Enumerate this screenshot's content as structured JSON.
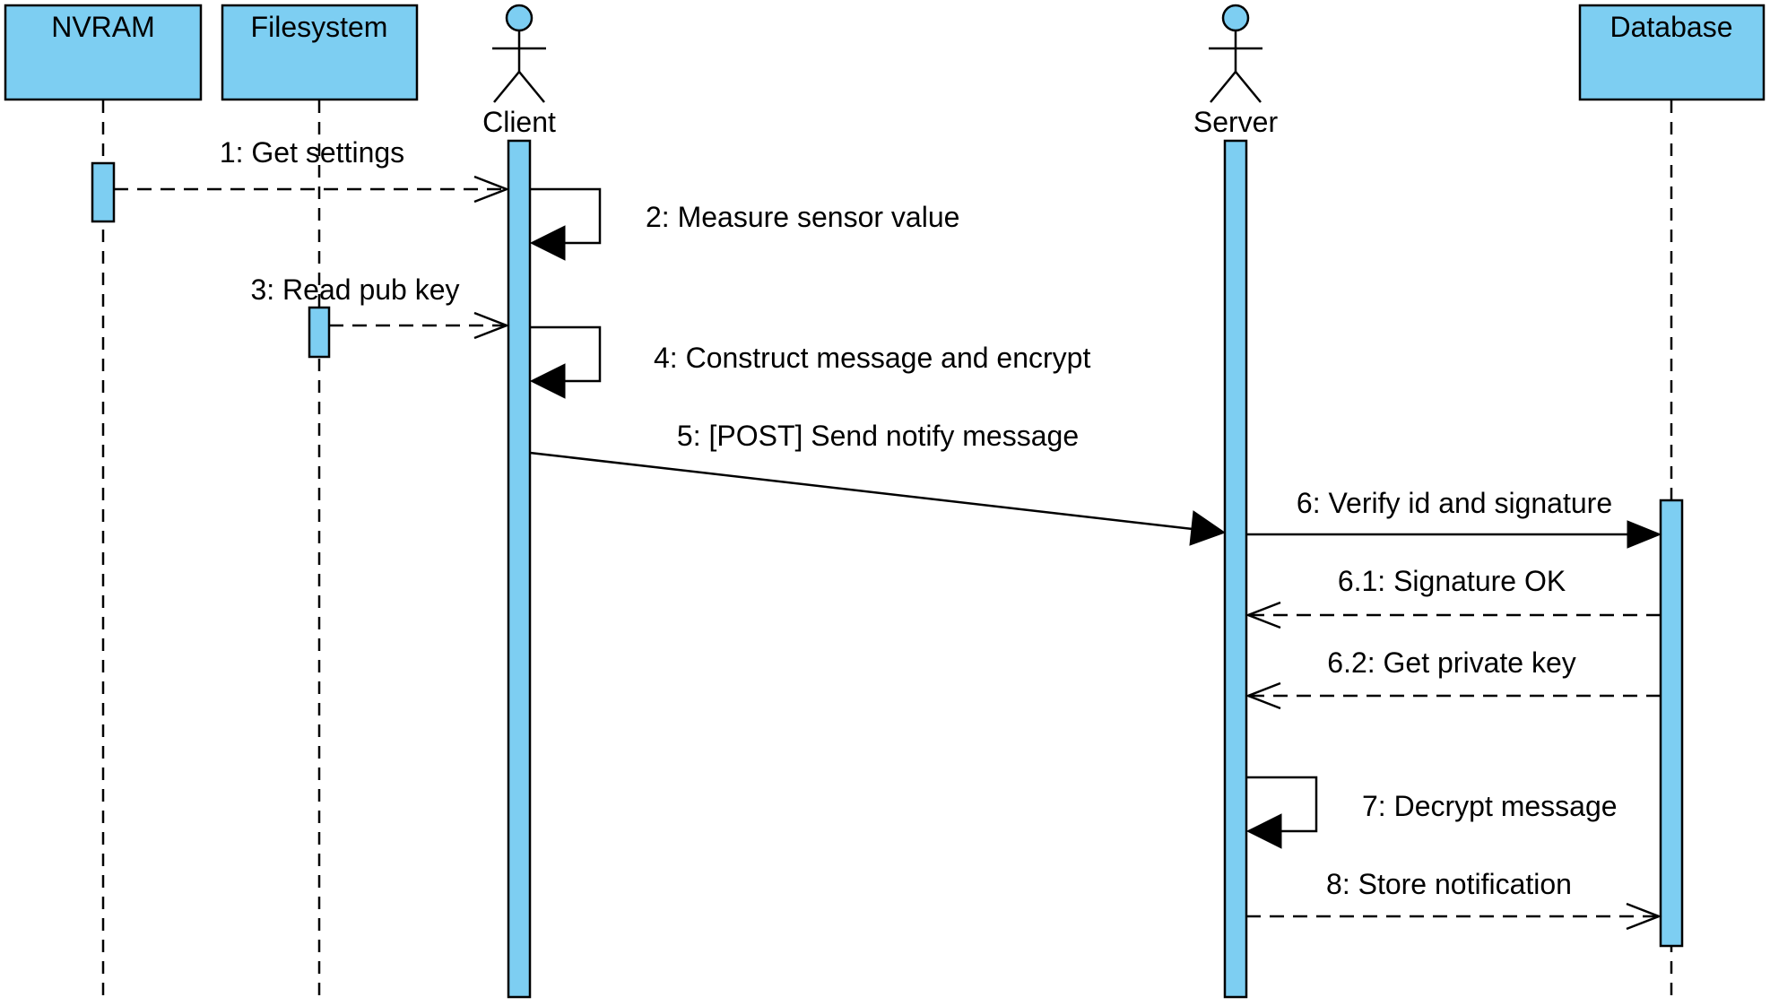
{
  "diagram": {
    "colors": {
      "fill": "#7dcef2",
      "stroke": "#000000",
      "background": "#ffffff"
    },
    "participants": {
      "nvram": {
        "label": "NVRAM",
        "kind": "object"
      },
      "filesystem": {
        "label": "Filesystem",
        "kind": "object"
      },
      "client": {
        "label": "Client",
        "kind": "actor"
      },
      "server": {
        "label": "Server",
        "kind": "actor"
      },
      "database": {
        "label": "Database",
        "kind": "object"
      }
    },
    "messages": {
      "m1": {
        "label": "1: Get settings",
        "from": "NVRAM",
        "to": "Client",
        "style": "dashed-open"
      },
      "m2": {
        "label": "2: Measure sensor value",
        "from": "Client",
        "to": "Client",
        "style": "self-filled"
      },
      "m3": {
        "label": "3: Read pub key",
        "from": "Filesystem",
        "to": "Client",
        "style": "dashed-open"
      },
      "m4": {
        "label": "4: Construct message and encrypt",
        "from": "Client",
        "to": "Client",
        "style": "self-filled"
      },
      "m5": {
        "label": "5: [POST] Send notify message",
        "from": "Client",
        "to": "Server",
        "style": "solid-filled"
      },
      "m6": {
        "label": "6: Verify id and signature",
        "from": "Server",
        "to": "Database",
        "style": "solid-filled"
      },
      "m61": {
        "label": "6.1: Signature OK",
        "from": "Database",
        "to": "Server",
        "style": "dashed-open"
      },
      "m62": {
        "label": "6.2: Get private key",
        "from": "Database",
        "to": "Server",
        "style": "dashed-open"
      },
      "m7": {
        "label": "7: Decrypt message",
        "from": "Server",
        "to": "Server",
        "style": "self-filled"
      },
      "m8": {
        "label": "8: Store notification",
        "from": "Server",
        "to": "Database",
        "style": "dashed-open"
      }
    }
  }
}
